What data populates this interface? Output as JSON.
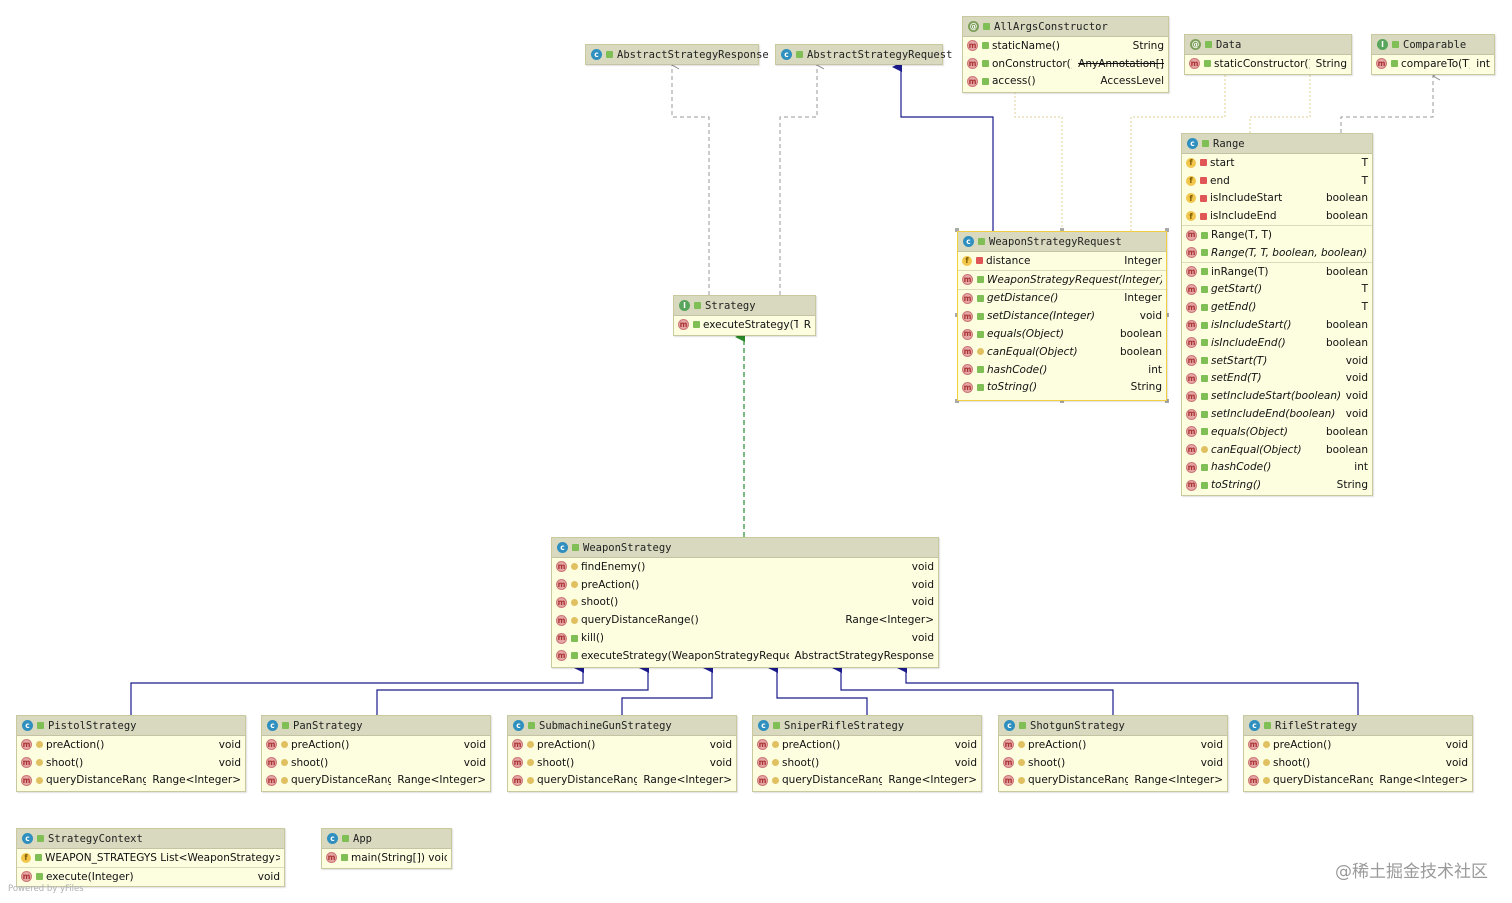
{
  "footer": "Powered by yFiles",
  "watermark": "@稀土掘金技术社区",
  "nodes": {
    "abstractStrategyResponse": {
      "title": "AbstractStrategyResponse",
      "kind": "c",
      "members": []
    },
    "abstractStrategyRequest": {
      "title": "AbstractStrategyRequest",
      "kind": "c",
      "members": []
    },
    "allArgsConstructor": {
      "title": "AllArgsConstructor",
      "kind": "a",
      "members": [
        {
          "name": "staticName()",
          "type": "String",
          "vis": "pub",
          "kind": "m"
        },
        {
          "name": "onConstructor()",
          "type": "",
          "ann": "AnyAnnotation[]",
          "vis": "pub",
          "kind": "m"
        },
        {
          "name": "access()",
          "type": "AccessLevel",
          "vis": "pub",
          "kind": "m"
        }
      ]
    },
    "data": {
      "title": "Data",
      "kind": "a",
      "members": [
        {
          "name": "staticConstructor()",
          "type": "String",
          "vis": "pub",
          "kind": "m"
        }
      ]
    },
    "comparable": {
      "title": "Comparable",
      "kind": "i",
      "members": [
        {
          "name": "compareTo(T)",
          "type": "int",
          "vis": "pub",
          "kind": "m"
        }
      ]
    },
    "range": {
      "title": "Range",
      "kind": "c",
      "fields": [
        {
          "name": "start",
          "type": "T",
          "vis": "pri",
          "kind": "f"
        },
        {
          "name": "end",
          "type": "T",
          "vis": "pri",
          "kind": "f"
        },
        {
          "name": "isIncludeStart",
          "type": "boolean",
          "vis": "pri",
          "kind": "f"
        },
        {
          "name": "isIncludeEnd",
          "type": "boolean",
          "vis": "pri",
          "kind": "f"
        }
      ],
      "ctors": [
        {
          "name": "Range(T, T)",
          "type": "",
          "vis": "pub",
          "kind": "m"
        },
        {
          "name": "Range(T, T, boolean, boolean)",
          "type": "",
          "vis": "pub",
          "kind": "m",
          "italic": true
        }
      ],
      "methods": [
        {
          "name": "inRange(T)",
          "type": "boolean",
          "vis": "pub",
          "kind": "m"
        },
        {
          "name": "getStart()",
          "type": "T",
          "vis": "pub",
          "kind": "m",
          "italic": true
        },
        {
          "name": "getEnd()",
          "type": "T",
          "vis": "pub",
          "kind": "m",
          "italic": true
        },
        {
          "name": "isIncludeStart()",
          "type": "boolean",
          "vis": "pub",
          "kind": "m",
          "italic": true
        },
        {
          "name": "isIncludeEnd()",
          "type": "boolean",
          "vis": "pub",
          "kind": "m",
          "italic": true
        },
        {
          "name": "setStart(T)",
          "type": "void",
          "vis": "pub",
          "kind": "m",
          "italic": true
        },
        {
          "name": "setEnd(T)",
          "type": "void",
          "vis": "pub",
          "kind": "m",
          "italic": true
        },
        {
          "name": "setIncludeStart(boolean)",
          "type": "void",
          "vis": "pub",
          "kind": "m",
          "italic": true
        },
        {
          "name": "setIncludeEnd(boolean)",
          "type": "void",
          "vis": "pub",
          "kind": "m",
          "italic": true
        },
        {
          "name": "equals(Object)",
          "type": "boolean",
          "vis": "pub",
          "kind": "m",
          "italic": true
        },
        {
          "name": "canEqual(Object)",
          "type": "boolean",
          "vis": "pro",
          "kind": "m",
          "italic": true
        },
        {
          "name": "hashCode()",
          "type": "int",
          "vis": "pub",
          "kind": "m",
          "italic": true
        },
        {
          "name": "toString()",
          "type": "String",
          "vis": "pub",
          "kind": "m",
          "italic": true
        }
      ]
    },
    "weaponStrategyRequest": {
      "title": "WeaponStrategyRequest",
      "kind": "c",
      "fields": [
        {
          "name": "distance",
          "type": "Integer",
          "vis": "pri",
          "kind": "f"
        }
      ],
      "ctors": [
        {
          "name": "WeaponStrategyRequest(Integer)",
          "type": "",
          "vis": "pub",
          "kind": "m",
          "italic": true
        }
      ],
      "methods": [
        {
          "name": "getDistance()",
          "type": "Integer",
          "vis": "pub",
          "kind": "m",
          "italic": true
        },
        {
          "name": "setDistance(Integer)",
          "type": "void",
          "vis": "pub",
          "kind": "m",
          "italic": true
        },
        {
          "name": "equals(Object)",
          "type": "boolean",
          "vis": "pub",
          "kind": "m",
          "italic": true
        },
        {
          "name": "canEqual(Object)",
          "type": "boolean",
          "vis": "pro",
          "kind": "m",
          "italic": true
        },
        {
          "name": "hashCode()",
          "type": "int",
          "vis": "pub",
          "kind": "m",
          "italic": true
        },
        {
          "name": "toString()",
          "type": "String",
          "vis": "pub",
          "kind": "m",
          "italic": true
        }
      ]
    },
    "strategy": {
      "title": "Strategy",
      "kind": "i",
      "members": [
        {
          "name": "executeStrategy(T)",
          "type": "R",
          "vis": "pub",
          "kind": "m"
        }
      ]
    },
    "weaponStrategy": {
      "title": "WeaponStrategy",
      "kind": "c",
      "members": [
        {
          "name": "findEnemy()",
          "type": "void",
          "vis": "pro",
          "kind": "m"
        },
        {
          "name": "preAction()",
          "type": "void",
          "vis": "pro",
          "kind": "m"
        },
        {
          "name": "shoot()",
          "type": "void",
          "vis": "pro",
          "kind": "m"
        },
        {
          "name": "queryDistanceRange()",
          "type": "Range<Integer>",
          "vis": "pro",
          "kind": "m"
        },
        {
          "name": "kill()",
          "type": "void",
          "vis": "pub",
          "kind": "m"
        },
        {
          "name": "executeStrategy(WeaponStrategyRequest)",
          "type": "AbstractStrategyResponse",
          "vis": "pub",
          "kind": "m"
        }
      ]
    },
    "pistolStrategy": {
      "title": "PistolStrategy",
      "kind": "c",
      "members": [
        {
          "name": "preAction()",
          "type": "void",
          "vis": "pro",
          "kind": "m"
        },
        {
          "name": "shoot()",
          "type": "void",
          "vis": "pro",
          "kind": "m"
        },
        {
          "name": "queryDistanceRange()",
          "type": "Range<Integer>",
          "vis": "pro",
          "kind": "m"
        }
      ]
    },
    "panStrategy": {
      "title": "PanStrategy",
      "kind": "c",
      "members": [
        {
          "name": "preAction()",
          "type": "void",
          "vis": "pro",
          "kind": "m"
        },
        {
          "name": "shoot()",
          "type": "void",
          "vis": "pro",
          "kind": "m"
        },
        {
          "name": "queryDistanceRange()",
          "type": "Range<Integer>",
          "vis": "pro",
          "kind": "m"
        }
      ]
    },
    "submachineGunStrategy": {
      "title": "SubmachineGunStrategy",
      "kind": "c",
      "members": [
        {
          "name": "preAction()",
          "type": "void",
          "vis": "pro",
          "kind": "m"
        },
        {
          "name": "shoot()",
          "type": "void",
          "vis": "pro",
          "kind": "m"
        },
        {
          "name": "queryDistanceRange()",
          "type": "Range<Integer>",
          "vis": "pro",
          "kind": "m"
        }
      ]
    },
    "sniperRifleStrategy": {
      "title": "SniperRifleStrategy",
      "kind": "c",
      "members": [
        {
          "name": "preAction()",
          "type": "void",
          "vis": "pro",
          "kind": "m"
        },
        {
          "name": "shoot()",
          "type": "void",
          "vis": "pro",
          "kind": "m"
        },
        {
          "name": "queryDistanceRange()",
          "type": "Range<Integer>",
          "vis": "pro",
          "kind": "m"
        }
      ]
    },
    "shotgunStrategy": {
      "title": "ShotgunStrategy",
      "kind": "c",
      "members": [
        {
          "name": "preAction()",
          "type": "void",
          "vis": "pro",
          "kind": "m"
        },
        {
          "name": "shoot()",
          "type": "void",
          "vis": "pro",
          "kind": "m"
        },
        {
          "name": "queryDistanceRange()",
          "type": "Range<Integer>",
          "vis": "pro",
          "kind": "m"
        }
      ]
    },
    "rifleStrategy": {
      "title": "RifleStrategy",
      "kind": "c",
      "members": [
        {
          "name": "preAction()",
          "type": "void",
          "vis": "pro",
          "kind": "m"
        },
        {
          "name": "shoot()",
          "type": "void",
          "vis": "pro",
          "kind": "m"
        },
        {
          "name": "queryDistanceRange()",
          "type": "Range<Integer>",
          "vis": "pro",
          "kind": "m"
        }
      ]
    },
    "strategyContext": {
      "title": "StrategyContext",
      "kind": "c",
      "fields": [
        {
          "name": "WEAPON_STRATEGYS",
          "type": "List<WeaponStrategy>",
          "vis": "pub",
          "kind": "ff",
          "inline": true
        }
      ],
      "methods": [
        {
          "name": "execute(Integer)",
          "type": "void",
          "vis": "pub",
          "kind": "m"
        }
      ]
    },
    "app": {
      "title": "App",
      "kind": "c",
      "members": [
        {
          "name": "main(String[])",
          "type": "void",
          "vis": "pub",
          "kind": "m",
          "inline": true
        }
      ]
    }
  },
  "colors": {
    "inheritance": "#1a1a8c",
    "implementation": "#2a8a2a",
    "dependency": "#9a9a9a",
    "annotation": "#e0d090"
  }
}
